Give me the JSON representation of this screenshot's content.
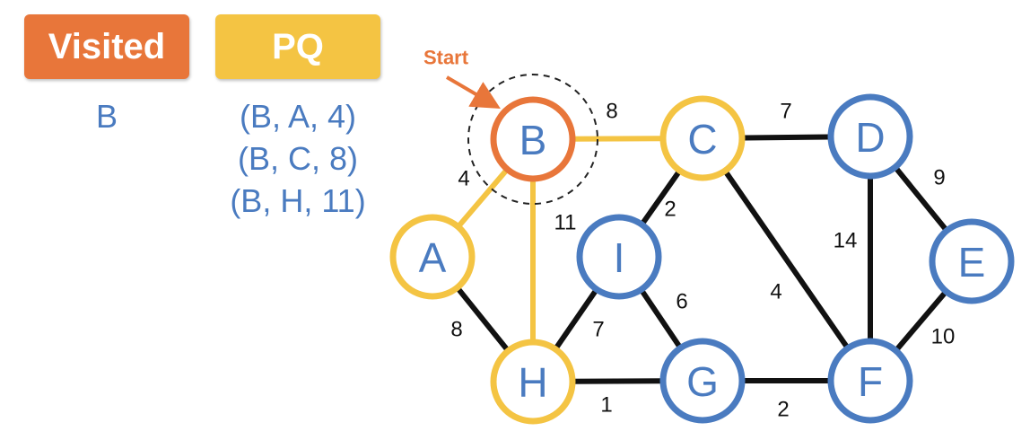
{
  "colors": {
    "visited": "#e8763a",
    "pq": "#f4c443",
    "unvisited": "#4a7bc0",
    "edge_default": "#111111"
  },
  "visited": {
    "label": "Visited",
    "items": [
      "B"
    ]
  },
  "pq": {
    "label": "PQ",
    "items": [
      "(B, A, 4)",
      "(B, C, 8)",
      "(B, H, 11)"
    ]
  },
  "start_label": "Start",
  "nodes": [
    {
      "id": "B",
      "state": "visited"
    },
    {
      "id": "C",
      "state": "pq"
    },
    {
      "id": "D",
      "state": "unvisited"
    },
    {
      "id": "E",
      "state": "unvisited"
    },
    {
      "id": "A",
      "state": "pq"
    },
    {
      "id": "I",
      "state": "unvisited"
    },
    {
      "id": "H",
      "state": "pq"
    },
    {
      "id": "G",
      "state": "unvisited"
    },
    {
      "id": "F",
      "state": "unvisited"
    }
  ],
  "edges": [
    {
      "from": "B",
      "to": "C",
      "weight": "8",
      "state": "pq"
    },
    {
      "from": "B",
      "to": "A",
      "weight": "4",
      "state": "pq"
    },
    {
      "from": "B",
      "to": "H",
      "weight": "11",
      "state": "pq"
    },
    {
      "from": "C",
      "to": "D",
      "weight": "7",
      "state": "default"
    },
    {
      "from": "C",
      "to": "I",
      "weight": "2",
      "state": "default"
    },
    {
      "from": "C",
      "to": "F",
      "weight": "4",
      "state": "default"
    },
    {
      "from": "D",
      "to": "E",
      "weight": "9",
      "state": "default"
    },
    {
      "from": "D",
      "to": "F",
      "weight": "14",
      "state": "default"
    },
    {
      "from": "E",
      "to": "F",
      "weight": "10",
      "state": "default"
    },
    {
      "from": "A",
      "to": "H",
      "weight": "8",
      "state": "default"
    },
    {
      "from": "I",
      "to": "H",
      "weight": "7",
      "state": "default"
    },
    {
      "from": "I",
      "to": "G",
      "weight": "6",
      "state": "default"
    },
    {
      "from": "H",
      "to": "G",
      "weight": "1",
      "state": "default"
    },
    {
      "from": "G",
      "to": "F",
      "weight": "2",
      "state": "default"
    }
  ]
}
